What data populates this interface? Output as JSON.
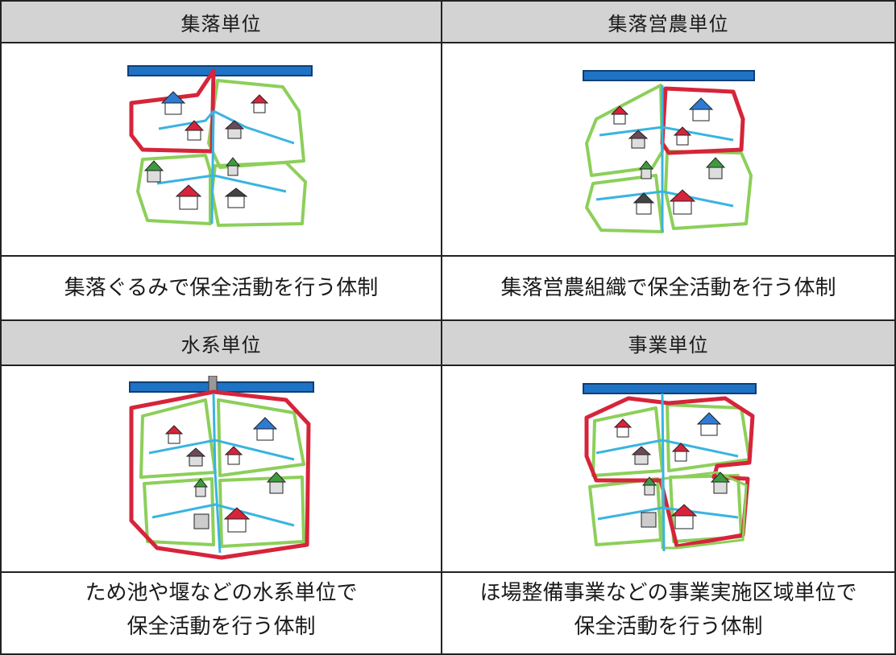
{
  "panels": [
    {
      "title": "集落単位",
      "caption_lines": [
        "集落ぐるみで保全活動を行う体制"
      ]
    },
    {
      "title": "集落営農単位",
      "caption_lines": [
        "集落営農組織で保全活動を行う体制"
      ]
    },
    {
      "title": "水系単位",
      "caption_lines": [
        "ため池や堰などの水系単位で",
        "保全活動を行う体制"
      ]
    },
    {
      "title": "事業単位",
      "caption_lines": [
        "ほ場整備事業などの事業実施区域単位で",
        "保全活動を行う体制"
      ]
    }
  ],
  "colors": {
    "header_bg": "#d3d3d3",
    "river": "#1f73c4",
    "field_outline": "#8ccf5a",
    "highlight_outline": "#d6243b",
    "waterway": "#3ab4e0"
  }
}
